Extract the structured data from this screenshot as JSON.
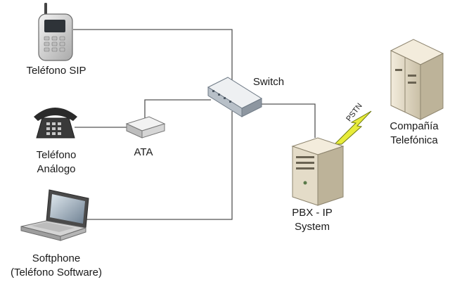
{
  "nodes": {
    "sip_phone": {
      "label": "Teléfono SIP",
      "icon": "mobile-phone-icon"
    },
    "analog_phone": {
      "label_line1": "Teléfono",
      "label_line2": "Análogo",
      "icon": "desk-phone-icon"
    },
    "ata": {
      "label": "ATA",
      "icon": "ata-adapter-icon"
    },
    "softphone": {
      "label_line1": "Softphone",
      "label_line2": "(Teléfono Software)",
      "icon": "laptop-icon"
    },
    "switch": {
      "label": "Switch",
      "icon": "network-switch-icon"
    },
    "pbx": {
      "label_line1": "PBX - IP",
      "label_line2": "System",
      "icon": "server-tower-icon"
    },
    "telco": {
      "label_line1": "Compañía",
      "label_line2": "Telefónica",
      "icon": "server-rack-icon"
    }
  },
  "links": {
    "pstn": {
      "label": "PSTN",
      "icon": "lightning-bolt-icon"
    }
  },
  "colors": {
    "line": "#555555",
    "bolt": "#e8ec3a",
    "device_light": "#e9e9e9",
    "device_dark": "#9a9a9a"
  }
}
